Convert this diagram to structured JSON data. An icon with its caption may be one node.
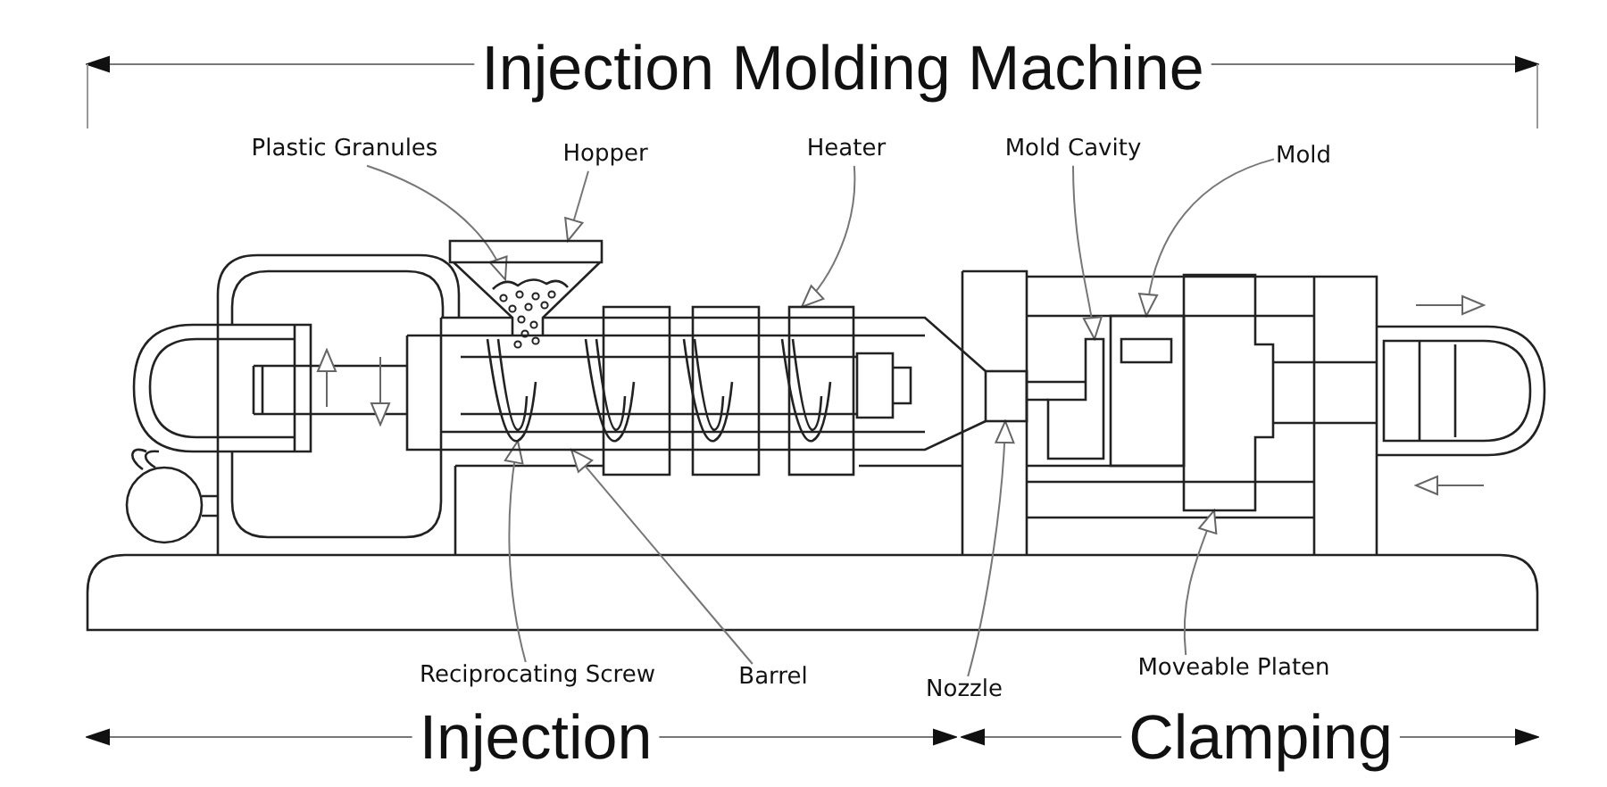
{
  "diagram": {
    "title": "Injection Molding Machine",
    "nodes": [
      {
        "text": [
          "Plastic Granules"
        ]
      },
      {
        "text": [
          "Hopper"
        ]
      },
      {
        "text": [
          "Heater"
        ]
      },
      {
        "text": [
          "Mold Cavity"
        ]
      },
      {
        "text": [
          "Mold"
        ]
      },
      {
        "text": [
          "Reciprocating Screw"
        ]
      },
      {
        "text": [
          "Barrel"
        ]
      },
      {
        "text": [
          "Nozzle"
        ]
      },
      {
        "text": [
          "Moveable Platen"
        ]
      },
      {
        "text": [],
        "shape": "picture"
      },
      {
        "text": [],
        "shape": "picture"
      },
      {
        "text": [],
        "shape": "box"
      },
      {
        "text": [],
        "shape": "picture"
      },
      {
        "text": [],
        "shape": "picture"
      },
      {
        "text": [],
        "shape": "picture"
      },
      {
        "text": [],
        "shape": "picture",
        "in": 14
      },
      {
        "text": [],
        "shape": "box"
      },
      {
        "text": [],
        "shape": "picture"
      }
    ],
    "edges": [
      {
        "from": 0,
        "to": 9,
        "arrow": "to"
      },
      {
        "from": 1,
        "to": 10,
        "arrow": "to"
      },
      {
        "from": 2,
        "to": 11,
        "arrow": "to"
      },
      {
        "from": 3,
        "to": 12,
        "arrow": "to"
      },
      {
        "from": 4,
        "to": 13,
        "arrow": "to"
      },
      {
        "from": 5,
        "to": 15,
        "arrow": "to"
      },
      {
        "from": 6,
        "to": 14,
        "arrow": "to"
      },
      {
        "from": 7,
        "to": 16,
        "arrow": "to"
      },
      {
        "from": 8,
        "to": 17,
        "arrow": "to"
      }
    ],
    "labels": [
      "Injection",
      "Clamping"
    ]
  }
}
